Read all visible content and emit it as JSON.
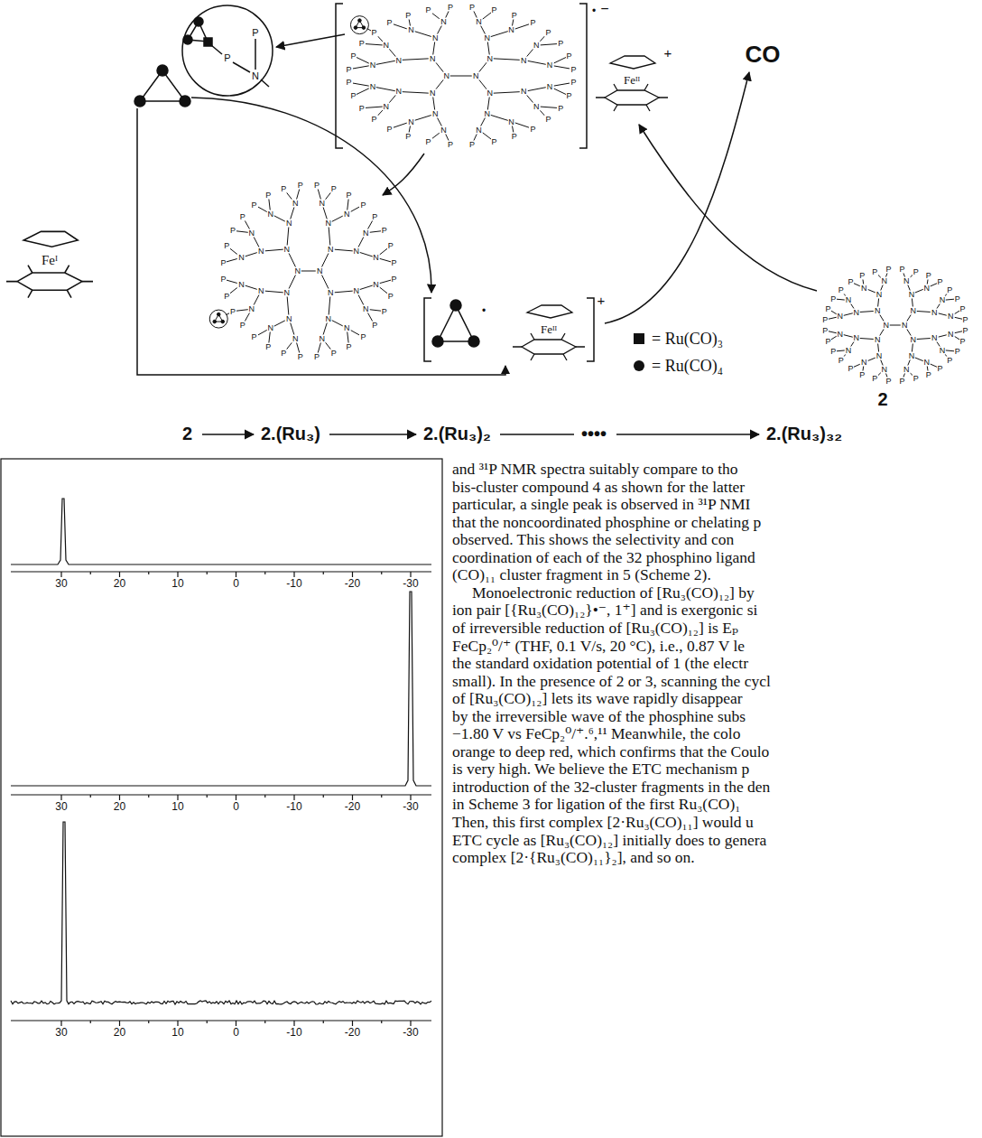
{
  "diagram": {
    "nodes": [
      {
        "text": [
          "2"
        ]
      },
      {
        "text": [
          "2.(Ru₃)"
        ]
      },
      {
        "text": [
          "2.(Ru₃)₂"
        ]
      },
      {
        "text": [
          "••••"
        ]
      },
      {
        "text": [
          "2.(Ru₃)₃₂"
        ]
      }
    ],
    "edges": [
      {
        "from": 0,
        "to": 1,
        "arrow": "to"
      },
      {
        "from": 1,
        "to": 2,
        "arrow": "to"
      },
      {
        "from": 2,
        "to": 3,
        "arrow": "none"
      },
      {
        "from": 3,
        "to": 4,
        "arrow": "to"
      }
    ],
    "labels": [
      "CO",
      "2",
      "Feᴵ",
      "Feᴵᴵ",
      "Feᴵᴵ",
      "•",
      "−",
      "+",
      "•",
      "+",
      "P",
      "P",
      "N",
      "30",
      "20",
      "10",
      "0",
      "-10",
      "-20",
      "-30",
      "30",
      "20",
      "10",
      "0",
      "-10",
      "-20",
      "-30",
      "30",
      "20",
      "10",
      "0",
      "-10",
      "-20",
      "-30",
      "and ³¹P NMR spectra suitably compare to tho",
      "bis-cluster compound 4 as shown for the latter",
      "particular, a single peak is observed in ³¹P NMI",
      "that the noncoordinated phosphine or chelating p",
      "observed. This shows the selectivity and con",
      "coordination of each of the 32 phosphino ligand",
      "(CO)₁₁ cluster fragment in 5 (Scheme 2).",
      "Monoelectronic reduction of [Ru₃(CO)₁₂] by",
      "ion pair [{Ru₃(CO)₁₂}•⁻, 1⁺] and is exergonic si",
      "of irreversible reduction of [Ru₃(CO)₁₂] is Eₚ",
      "FeCp₂⁰/⁺ (THF, 0.1 V/s, 20 °C), i.e., 0.87 V le",
      "the standard oxidation potential of 1 (the electr",
      "small). In the presence of 2 or 3, scanning the cycl",
      "of [Ru₃(CO)₁₂] lets its wave rapidly disappear",
      "by the irreversible wave of the phosphine subs",
      "−1.80 V vs FeCp₂⁰/⁺.⁶,¹¹ Meanwhile, the colo",
      "orange to deep red, which confirms that the Coulo",
      "is very high. We believe the ETC mechanism p",
      "introduction of the 32-cluster fragments in the den",
      "in Scheme 3 for ligation of the first Ru₃(CO)₁",
      "Then, this first complex [2·Ru₃(CO)₁₁] would u",
      "ETC cycle as [Ru₃(CO)₁₂] initially does to genera",
      "complex [2·{Ru₃(CO)₁₁}₂], and so on.",
      "N",
      "N",
      "N",
      "N",
      "N",
      "N",
      "N",
      "N",
      "N",
      "N",
      "N",
      "N",
      "N",
      "N",
      "N",
      "N",
      "N",
      "N",
      "N",
      "N",
      "N",
      "N",
      "N",
      "N",
      "N",
      "N",
      "N",
      "N",
      "N",
      "N",
      "P",
      "P",
      "P",
      "P",
      "P",
      "P",
      "P",
      "P",
      "P",
      "P",
      "P",
      "P",
      "P",
      "P",
      "P",
      "P",
      "P",
      "P",
      "P",
      "P",
      "P",
      "P",
      "P",
      "P",
      "P",
      "P",
      "P",
      "P",
      "P",
      "P",
      "P",
      "P",
      "N",
      "N",
      "N",
      "N",
      "N",
      "N",
      "N",
      "N",
      "N",
      "N",
      "N",
      "N",
      "N",
      "N",
      "N",
      "N",
      "N",
      "N",
      "N",
      "N",
      "N",
      "N",
      "N",
      "N",
      "N",
      "N",
      "N",
      "N",
      "N",
      "N",
      "P",
      "P",
      "P",
      "P",
      "P",
      "P",
      "P",
      "P",
      "P",
      "P",
      "P",
      "P",
      "P",
      "P",
      "P",
      "P",
      "P",
      "P",
      "P",
      "P",
      "P",
      "P",
      "P",
      "P",
      "P",
      "P",
      "P",
      "P",
      "P",
      "P",
      "P",
      "P",
      "N",
      "N",
      "N",
      "N",
      "N",
      "N",
      "N",
      "N",
      "N",
      "N",
      "N",
      "N",
      "N",
      "N",
      "N",
      "N",
      "N",
      "N",
      "N",
      "N",
      "N",
      "N",
      "N",
      "N",
      "N",
      "N",
      "N",
      "N",
      "N",
      "N",
      "P",
      "P",
      "P",
      "P",
      "P",
      "P",
      "P",
      "P",
      "P",
      "P",
      "P",
      "P",
      "P",
      "P",
      "P",
      "P",
      "P",
      "P",
      "P",
      "P",
      "P",
      "P",
      "P",
      "P",
      "P",
      "P",
      "P",
      "P",
      "P",
      "P",
      "P",
      "P"
    ],
    "legend": [
      {
        "text": "= Ru(CO)₃"
      },
      {
        "text": "= Ru(CO)₄"
      }
    ]
  }
}
